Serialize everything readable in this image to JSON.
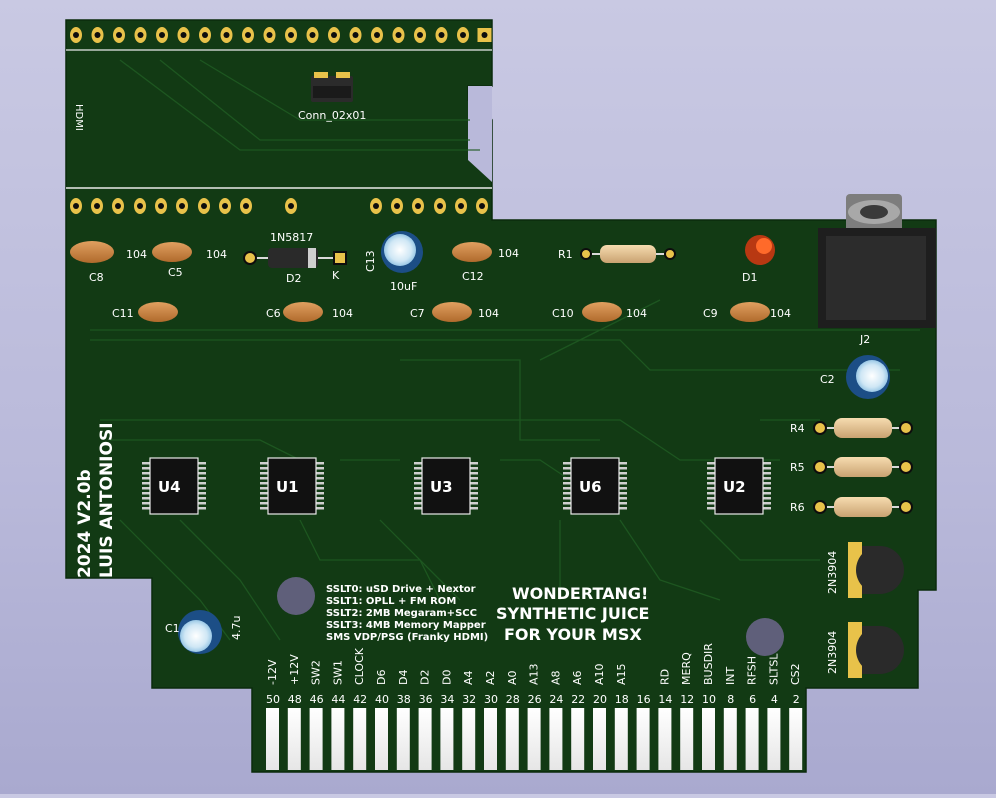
{
  "board": {
    "credit": [
      "2024 V2.0b",
      "LUIS ANTONIOSI"
    ],
    "slogan": [
      "WONDERTANG!",
      "SYNTHETIC JUICE",
      "FOR YOUR MSX"
    ],
    "slots": [
      "SSLT0: uSD Drive + Nextor",
      "SSLT1: OPLL + FM ROM",
      "SSLT2: 2MB Megaram+SCC",
      "SSLT3: 4MB Memory Mapper",
      "SMS VDP/PSG (Franky HDMI)"
    ],
    "hdmi_label": "HDMI",
    "header_label": "Conn_02x01"
  },
  "components": {
    "caps": [
      {
        "ref": "C8",
        "val": "104"
      },
      {
        "ref": "C5",
        "val": "104"
      },
      {
        "ref": "C12",
        "val": "104"
      },
      {
        "ref": "C11",
        "val": ""
      },
      {
        "ref": "C6",
        "val": "104"
      },
      {
        "ref": "C7",
        "val": "104"
      },
      {
        "ref": "C10",
        "val": "104"
      },
      {
        "ref": "C9",
        "val": "104"
      }
    ],
    "diode": {
      "part": "1N5817",
      "ref": "D2",
      "pin": "K"
    },
    "c13": {
      "ref": "C13",
      "val": "10uF"
    },
    "r1": "R1",
    "led": "D1",
    "jack": "J2",
    "c2": "C2",
    "resistors": [
      "R4",
      "R5",
      "R6"
    ],
    "transistors": [
      "2N3904",
      "2N3904"
    ],
    "chips": [
      "U4",
      "U1",
      "U3",
      "U6",
      "U2"
    ],
    "c1": {
      "ref": "C1",
      "val": "4.7u"
    }
  },
  "edge": {
    "signals": [
      "-12V",
      "+12V",
      "SW2",
      "SW1",
      "CLOCK",
      "D6",
      "D4",
      "D2",
      "D0",
      "A4",
      "A2",
      "A0",
      "A13",
      "A8",
      "A6",
      "A10",
      "A15",
      "",
      "RD",
      "MERQ",
      "BUSDIR",
      "INT",
      "RFSH",
      "SLTSL",
      "CS2"
    ],
    "pins": [
      "50",
      "48",
      "46",
      "44",
      "42",
      "40",
      "38",
      "36",
      "34",
      "32",
      "30",
      "28",
      "26",
      "24",
      "22",
      "20",
      "18",
      "16",
      "14",
      "12",
      "10",
      "8",
      "6",
      "4",
      "2"
    ]
  }
}
